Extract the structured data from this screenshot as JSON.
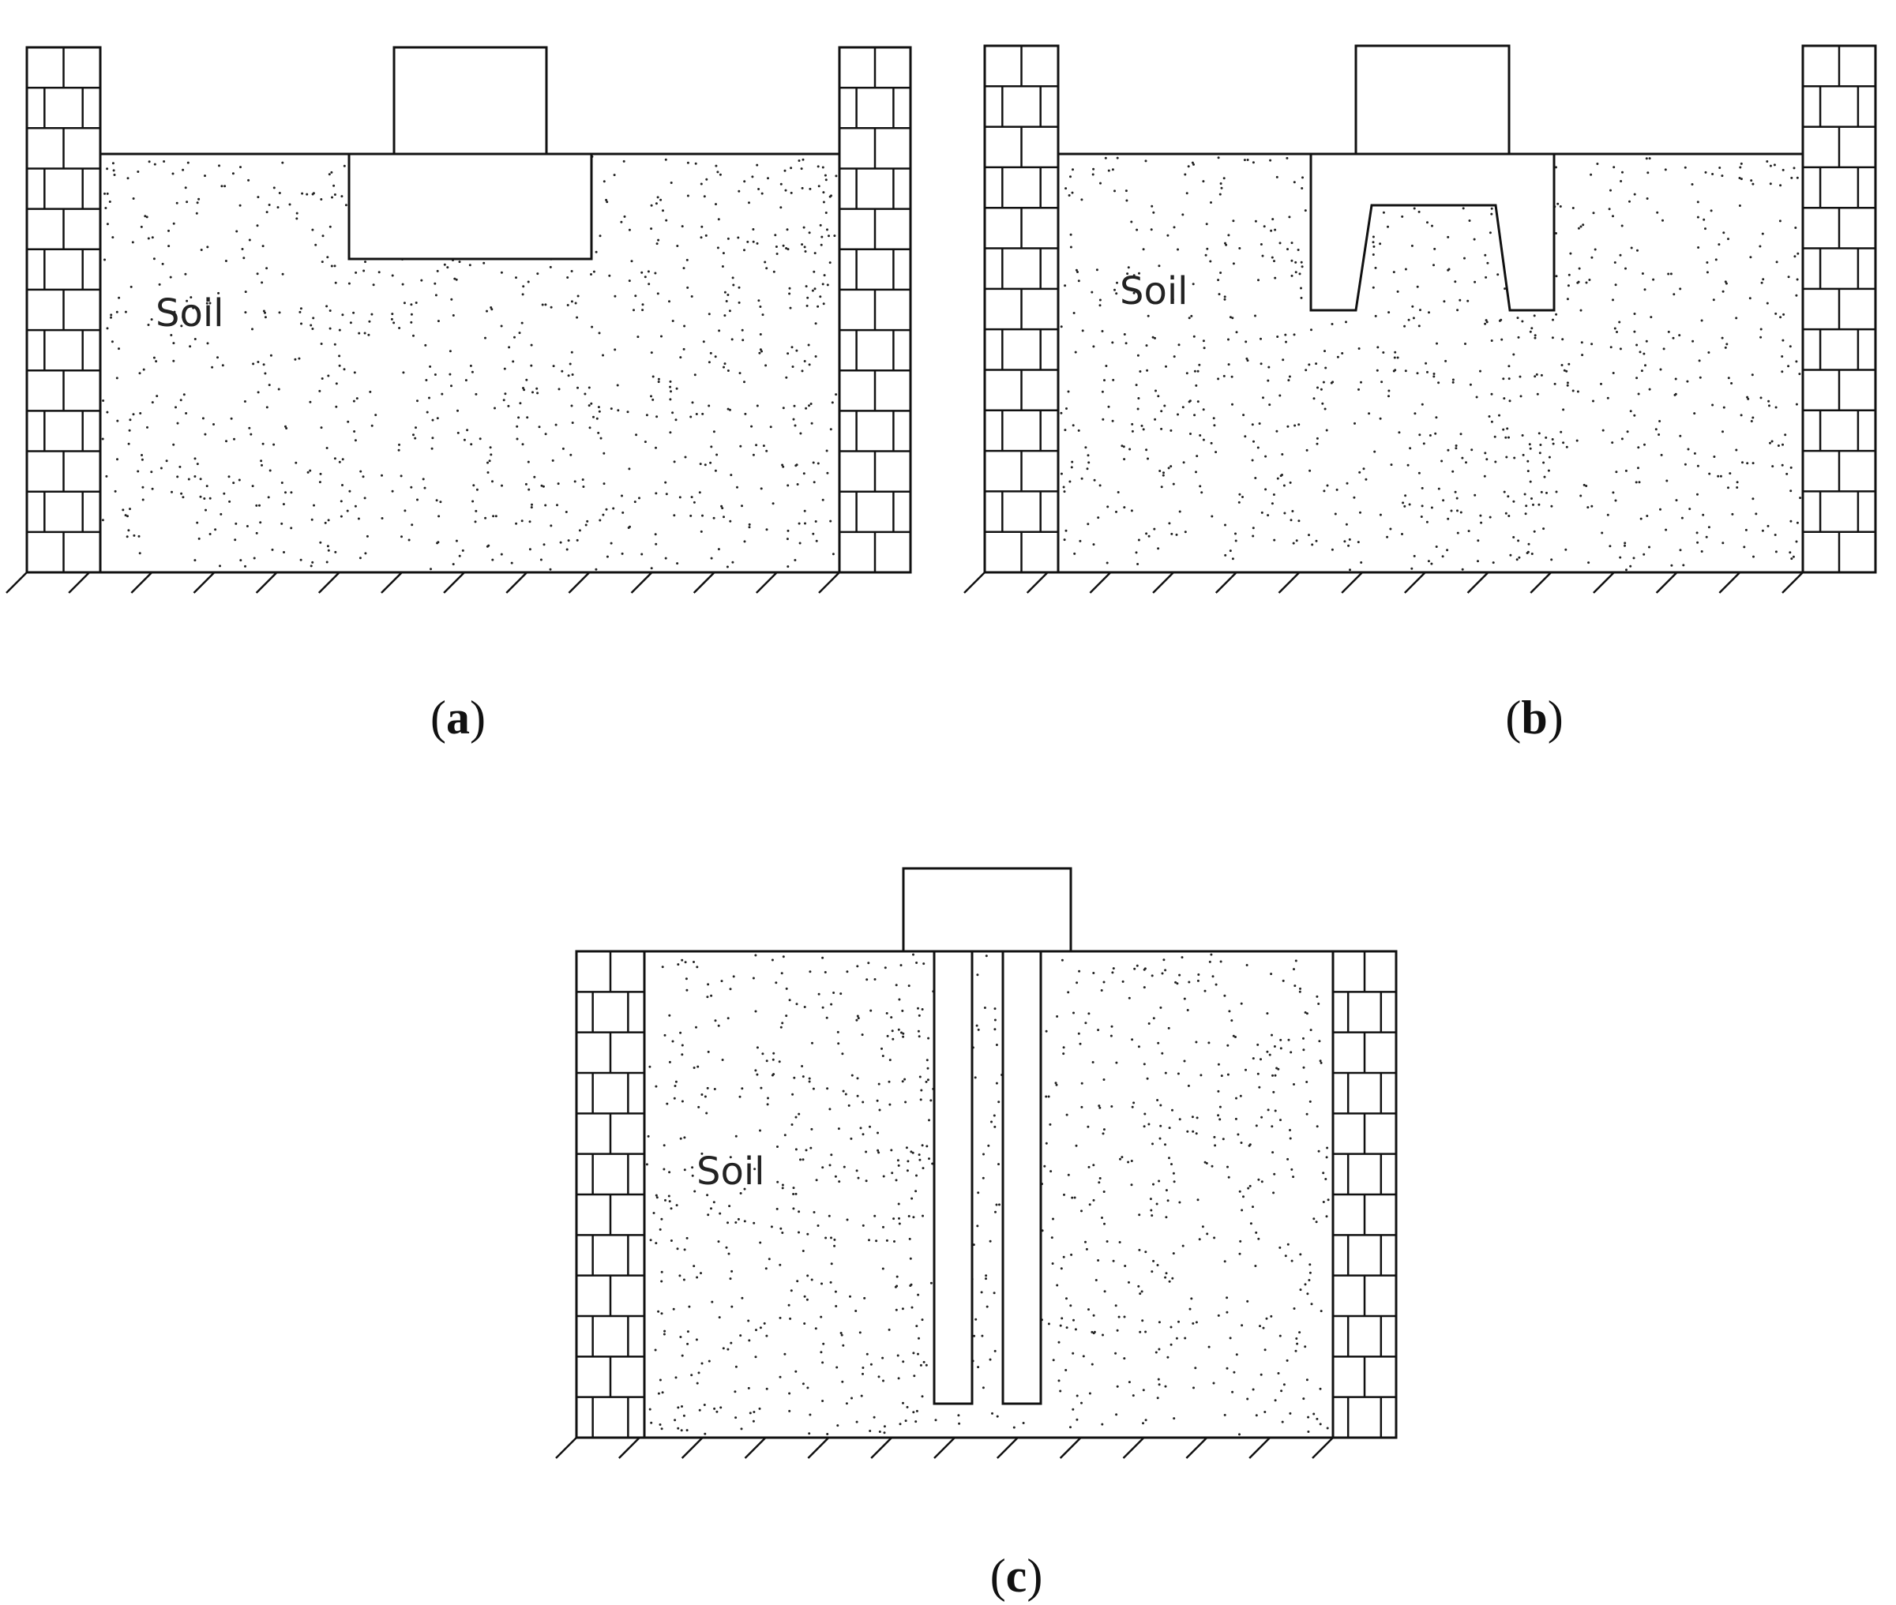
{
  "colors": {
    "line": "#111111",
    "background": "#ffffff",
    "speckle": "#222222"
  },
  "panels": [
    {
      "id": "a",
      "caption_letter": "a",
      "soil_label": "Soil",
      "foundation": "rectangular block footing"
    },
    {
      "id": "b",
      "caption_letter": "b",
      "soil_label": "Soil",
      "foundation": "skirted footing"
    },
    {
      "id": "c",
      "caption_letter": "c",
      "soil_label": "Soil",
      "foundation": "twin pile foundation"
    }
  ]
}
